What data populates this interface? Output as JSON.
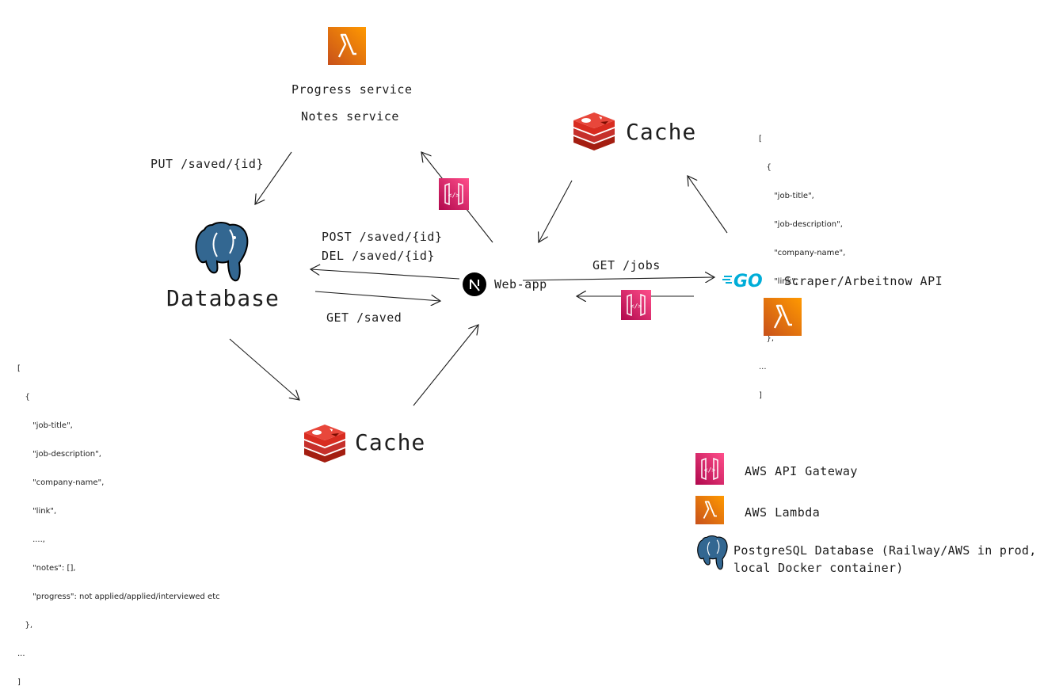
{
  "lambda_services": {
    "line1": "Progress service",
    "line2": "Notes service"
  },
  "routes": {
    "put_saved": "PUT /saved/{id}",
    "post_saved": "POST /saved/{id}",
    "del_saved": "DEL /saved/{id}",
    "get_saved": "GET  /saved",
    "get_jobs": "GET /jobs"
  },
  "nodes": {
    "database": "Database",
    "web_app": "Web-app",
    "cache_top": "Cache",
    "cache_bottom": "Cache",
    "scraper": "Scraper/Arbeitnow API"
  },
  "json_top": {
    "lines": [
      "[",
      "   {",
      "      \"job-title\",",
      "      \"job-description\",",
      "      \"company-name\",",
      "      \"link\",",
      "         ....",
      "   },",
      "...",
      "]"
    ]
  },
  "json_bottom": {
    "lines": [
      "[",
      "   {",
      "      \"job-title\",",
      "      \"job-description\",",
      "      \"company-name\",",
      "      \"link\",",
      "      ....,",
      "      \"notes\": [],",
      "      \"progress\": not applied/applied/interviewed etc",
      "   },",
      "...",
      "]"
    ]
  },
  "legend": {
    "gateway": "AWS API Gateway",
    "lambda": "AWS Lambda",
    "postgres_line1": "PostgreSQL Database (Railway/AWS in prod,",
    "postgres_line2": "local Docker container)"
  },
  "icons": {
    "lambda": "lambda-icon",
    "gateway": "api-gateway-icon",
    "redis": "redis-icon",
    "postgres": "postgres-elephant-icon",
    "nextjs": "nextjs-icon",
    "go": "go-logo-icon"
  },
  "colors": {
    "lambda": "#ed7100",
    "gateway": "#e7157b",
    "redis": "#d82c20",
    "postgres": "#336791",
    "go": "#00add8",
    "stroke": "#1e1e1e"
  }
}
